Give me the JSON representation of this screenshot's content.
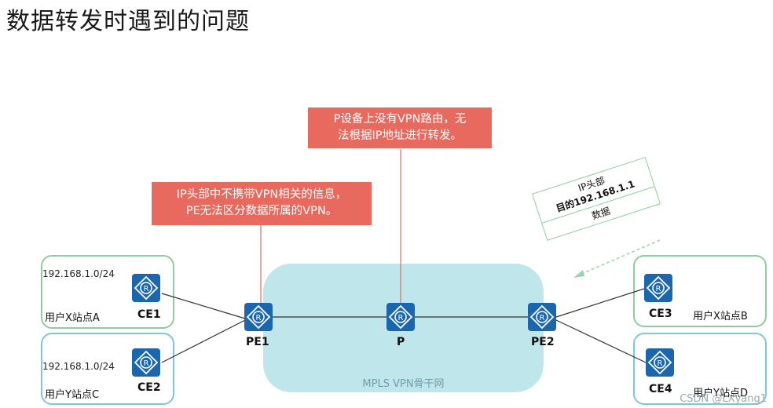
{
  "title": "数据转发时遇到的问题",
  "backbone": {
    "label": "MPLS VPN骨干网"
  },
  "routers": {
    "pe1": "PE1",
    "p": "P",
    "pe2": "PE2",
    "ce1": "CE1",
    "ce2": "CE2",
    "ce3": "CE3",
    "ce4": "CE4"
  },
  "sites": {
    "a": {
      "label": "用户X站点A",
      "subnet": "192.168.1.0/24"
    },
    "c": {
      "label": "用户Y站点C",
      "subnet": "192.168.1.0/24"
    },
    "b": {
      "label": "用户X站点B"
    },
    "d": {
      "label": "用户Y站点D"
    }
  },
  "callouts": {
    "p_line1": "P设备上没有VPN路由，无",
    "p_line2": "法根据IP地址进行转发。",
    "pe_line1": "IP头部中不携带VPN相关的信息，",
    "pe_line2": "PE无法区分数据所属的VPN。"
  },
  "packet": {
    "line1": "IP头部",
    "line2": "目的192.168.1.1",
    "line3": "数据"
  },
  "watermark": "CSDN @LXyang1",
  "icon_names": {
    "router": "router-icon"
  },
  "colors": {
    "router": "#1a67b0",
    "callout": "#e8695d",
    "backbone": "#bfe6ea",
    "site_green": "#8fcca0",
    "site_blue": "#7cc8d6"
  }
}
